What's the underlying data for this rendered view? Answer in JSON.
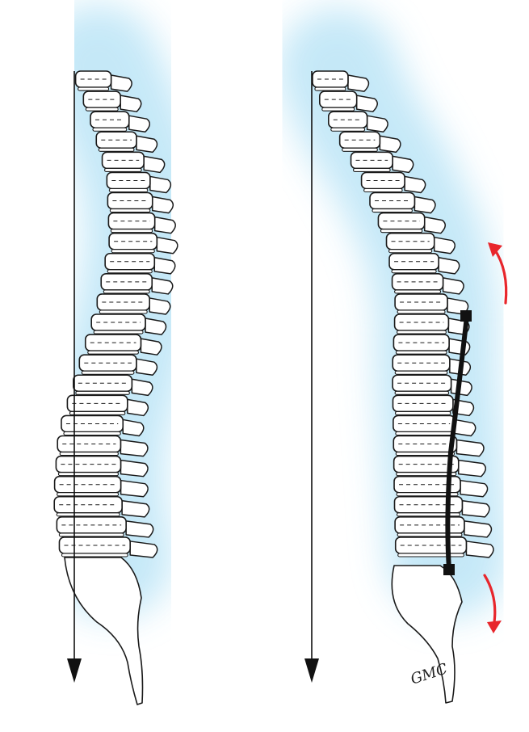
{
  "figure": {
    "signature": "GMC",
    "colors": {
      "glow": "#bfe6f7",
      "ink": "#1a1a1a",
      "arrow": "#e8262c"
    },
    "panels": [
      {
        "name": "left-spine",
        "instrumented": false
      },
      {
        "name": "right-spine",
        "instrumented": true
      }
    ]
  }
}
